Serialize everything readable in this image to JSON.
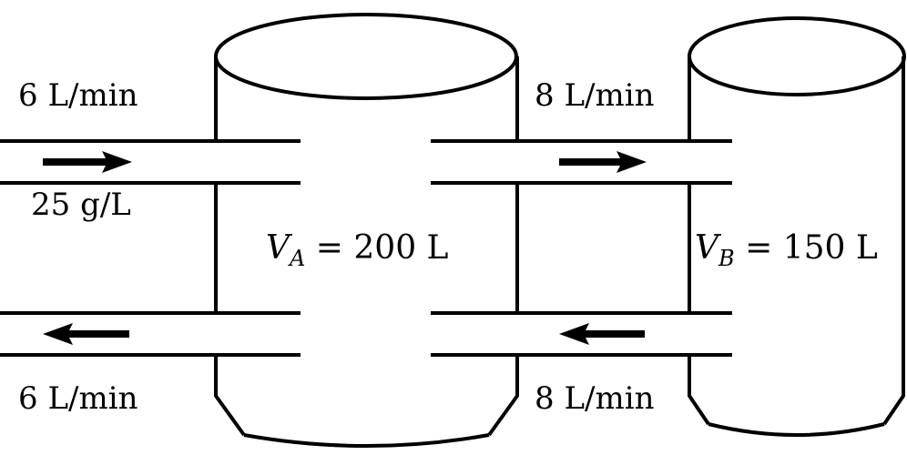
{
  "tank_a": {
    "volume_var": "V",
    "volume_sub": "A",
    "volume_rest": " = 200 L"
  },
  "tank_b": {
    "volume_var": "V",
    "volume_sub": "B",
    "volume_rest": " = 150 L"
  },
  "flows": {
    "inlet_rate": "6 L/min",
    "inlet_concentration": "25 g/L",
    "outlet_rate": "6 L/min",
    "a_to_b_rate": "8 L/min",
    "b_to_a_rate": "8 L/min"
  },
  "directions": {
    "inlet": "right",
    "outlet": "left",
    "a_to_b": "right",
    "b_to_a": "left"
  }
}
